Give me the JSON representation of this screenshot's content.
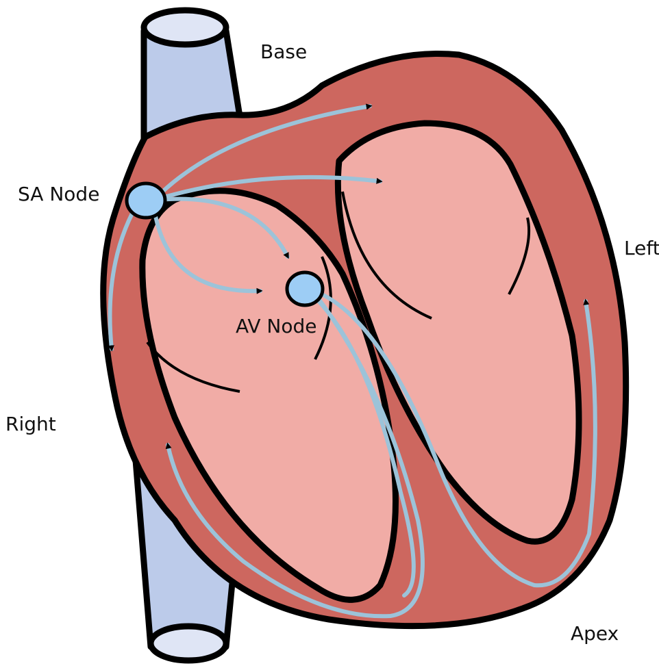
{
  "labels": {
    "base": "Base",
    "sa_node": "SA Node",
    "left": "Left",
    "av_node": "AV Node",
    "right": "Right",
    "apex": "Apex"
  },
  "colors": {
    "myocardium": "#cd675f",
    "chamber": "#f1aca6",
    "vessel": "#bccbea",
    "node": "#9dcdf5",
    "pathway": "#9cc3d9",
    "outline": "#000000"
  }
}
